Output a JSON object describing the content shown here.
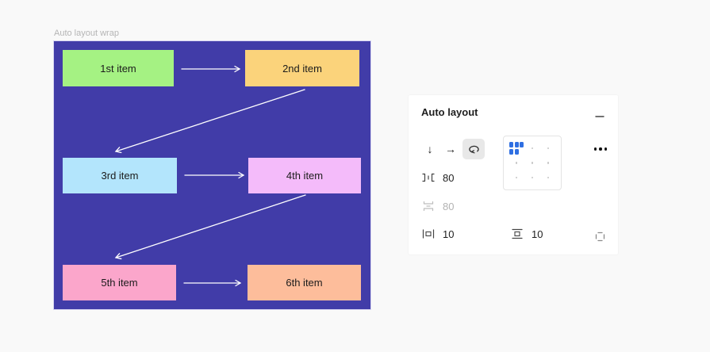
{
  "colors": {
    "canvas_bg": "#413CA8",
    "arrow": "#FFFFFF",
    "accent_blue": "#2F6FE2",
    "selected_control_bg": "#E8E8E8"
  },
  "canvas": {
    "label": "Auto layout wrap",
    "items": [
      {
        "label": "1st item",
        "color": "#A5F283"
      },
      {
        "label": "2nd item",
        "color": "#FBD37B"
      },
      {
        "label": "3rd item",
        "color": "#B3E5FC"
      },
      {
        "label": "4th item",
        "color": "#F4BBFA"
      },
      {
        "label": "5th item",
        "color": "#FBA6CB"
      },
      {
        "label": "6th item",
        "color": "#FDBD9B"
      }
    ]
  },
  "panel": {
    "title": "Auto layout",
    "icons": {
      "direction_down": "↓",
      "direction_right": "→",
      "wrap": "wrap-arrow-icon",
      "collapse": "minus-icon",
      "more": "ellipsis-icon",
      "gap_horizontal": "horizontal-gap-icon",
      "gap_vertical": "vertical-gap-icon",
      "padding_horizontal": "horizontal-padding-icon",
      "padding_vertical": "vertical-padding-icon",
      "padding_individual": "individual-padding-icon"
    },
    "values": {
      "item_spacing": "80",
      "vertical_gap": "80",
      "horizontal_padding": "10",
      "vertical_padding": "10"
    },
    "vertical_gap_disabled": true,
    "wrap_selected": true
  }
}
